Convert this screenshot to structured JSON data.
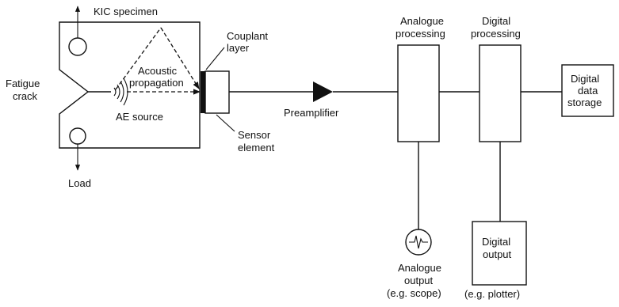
{
  "diagram": {
    "specimen": {
      "title": "KIC specimen",
      "crack_label": [
        "Fatigue",
        "crack"
      ],
      "source_label": "AE source",
      "propagation_label": [
        "Acoustic",
        "propagation"
      ],
      "load_label": "Load"
    },
    "sensor": {
      "couplant_label": [
        "Couplant",
        "layer"
      ],
      "element_label": [
        "Sensor",
        "element"
      ]
    },
    "chain": {
      "preamplifier_label": "Preamplifier",
      "analogue_processing_label": [
        "Analogue",
        "processing"
      ],
      "digital_processing_label": [
        "Digital",
        "processing"
      ],
      "storage_label": [
        "Digital",
        "data",
        "storage"
      ]
    },
    "outputs": {
      "analogue_output_label": [
        "Analogue",
        "output",
        "(e.g. scope)"
      ],
      "digital_output_label": [
        "Digital",
        "output"
      ],
      "digital_output_example": "(e.g. plotter)"
    }
  }
}
